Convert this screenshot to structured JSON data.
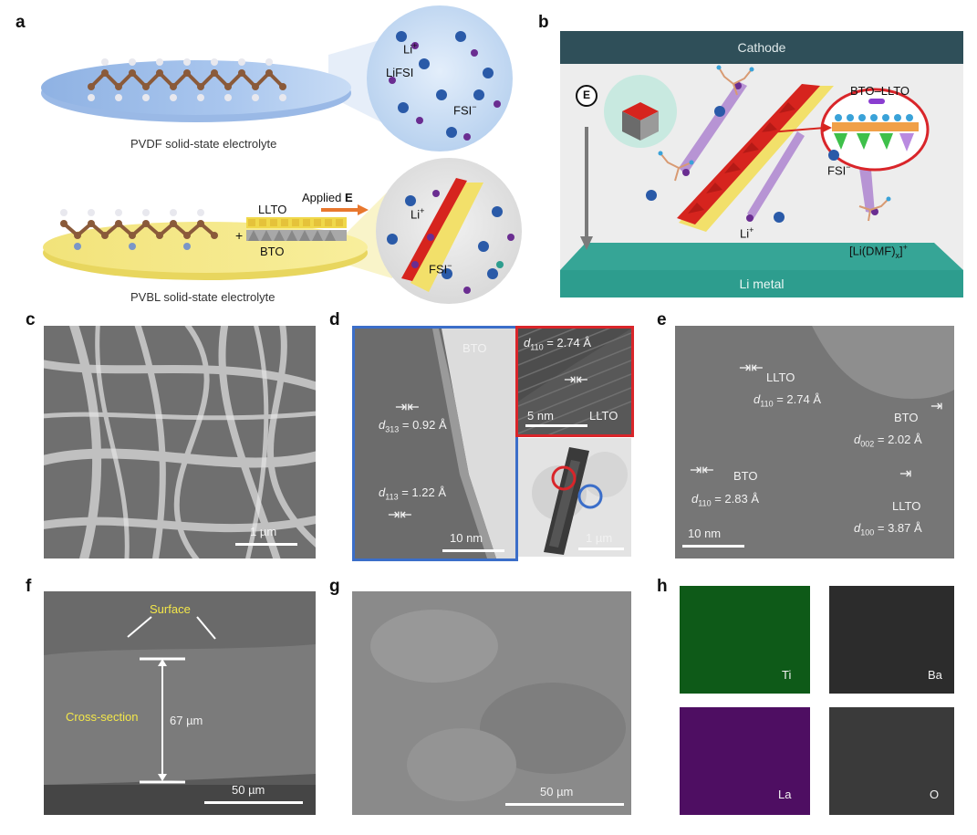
{
  "panels": {
    "a": {
      "label": "a",
      "pvdf_caption": "PVDF solid-state electrolyte",
      "pvbl_caption": "PVBL solid-state electrolyte",
      "li_label": "Li",
      "li_sup": "+",
      "lifsi_label": "LiFSI",
      "fsi_label": "FSI",
      "fsi_sup": "−",
      "applied_label": "Applied ",
      "applied_e": "E",
      "llto_label": "LLTO",
      "bto_label": "BTO",
      "plus": "+"
    },
    "b": {
      "label": "b",
      "cathode": "Cathode",
      "li_metal": "Li metal",
      "bto_llto": "BTO–LLTO",
      "fsi_label": "FSI",
      "fsi_sup": "−",
      "li_label": "Li",
      "li_sup": "+",
      "complex_main": "[Li(DMF)",
      "complex_sub": "x",
      "complex_end": "]",
      "complex_sup": "+",
      "e_symbol": "E"
    },
    "c": {
      "label": "c",
      "scale": "1 µm"
    },
    "d": {
      "label": "d",
      "bto": "BTO",
      "d313_pre": "d",
      "d313_sub": "313",
      "d313_val": " = 0.92 Å",
      "d113_pre": "d",
      "d113_sub": "113",
      "d113_val": " = 1.22 Å",
      "scale_main": "10 nm",
      "inset_d_pre": "d",
      "inset_d_sub": "110",
      "inset_d_val": " = 2.74 Å",
      "inset_scale": "5 nm",
      "inset_llto": "LLTO",
      "tem_scale": "1 µm"
    },
    "e": {
      "label": "e",
      "llto_top": "LLTO",
      "llto_top_pre": "d",
      "llto_top_sub": "110",
      "llto_top_val": " = 2.74 Å",
      "bto_right": "BTO",
      "bto_right_pre": "d",
      "bto_right_sub": "002",
      "bto_right_val": " = 2.02 Å",
      "bto_left": "BTO",
      "bto_left_pre": "d",
      "bto_left_sub": "110",
      "bto_left_val": " = 2.83 Å",
      "llto_bottom": "LLTO",
      "llto_bottom_pre": "d",
      "llto_bottom_sub": "100",
      "llto_bottom_val": " = 3.87 Å",
      "scale": "10 nm"
    },
    "f": {
      "label": "f",
      "surface": "Surface",
      "cross_section": "Cross-section",
      "thickness": "67 µm",
      "scale": "50 µm"
    },
    "g": {
      "label": "g",
      "scale": "50 µm"
    },
    "h": {
      "label": "h",
      "ti": "Ti",
      "ba": "Ba",
      "la": "La",
      "o": "O"
    }
  },
  "colors": {
    "cathode": "#2f4f59",
    "li_metal": "#2d9d8e",
    "llto_yellow": "#f2e06a",
    "bto_red": "#d6241e",
    "ion_blue": "#2a5aa8",
    "ion_purple": "#6a2d91",
    "ti_map": "#0f6a1c",
    "la_map": "#5c1070",
    "accent_blue_box": "#3b6ec9",
    "accent_red_box": "#d9252a"
  }
}
